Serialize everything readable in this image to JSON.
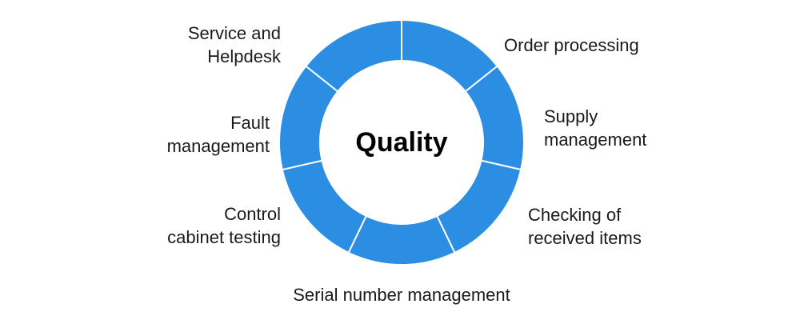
{
  "diagram": {
    "center_title": "Quality",
    "ring_color": "#2c8ee3",
    "separator_color": "#ffffff",
    "segments": [
      {
        "id": "order",
        "lines": [
          "Order processing"
        ]
      },
      {
        "id": "supply",
        "lines": [
          "Supply",
          "management"
        ]
      },
      {
        "id": "checking",
        "lines": [
          "Checking of",
          "received items"
        ]
      },
      {
        "id": "serial",
        "lines": [
          "Serial number management"
        ]
      },
      {
        "id": "control",
        "lines": [
          "Control",
          "cabinet testing"
        ]
      },
      {
        "id": "fault",
        "lines": [
          "Fault",
          "management"
        ]
      },
      {
        "id": "service",
        "lines": [
          "Service and",
          "Helpdesk"
        ]
      }
    ]
  }
}
